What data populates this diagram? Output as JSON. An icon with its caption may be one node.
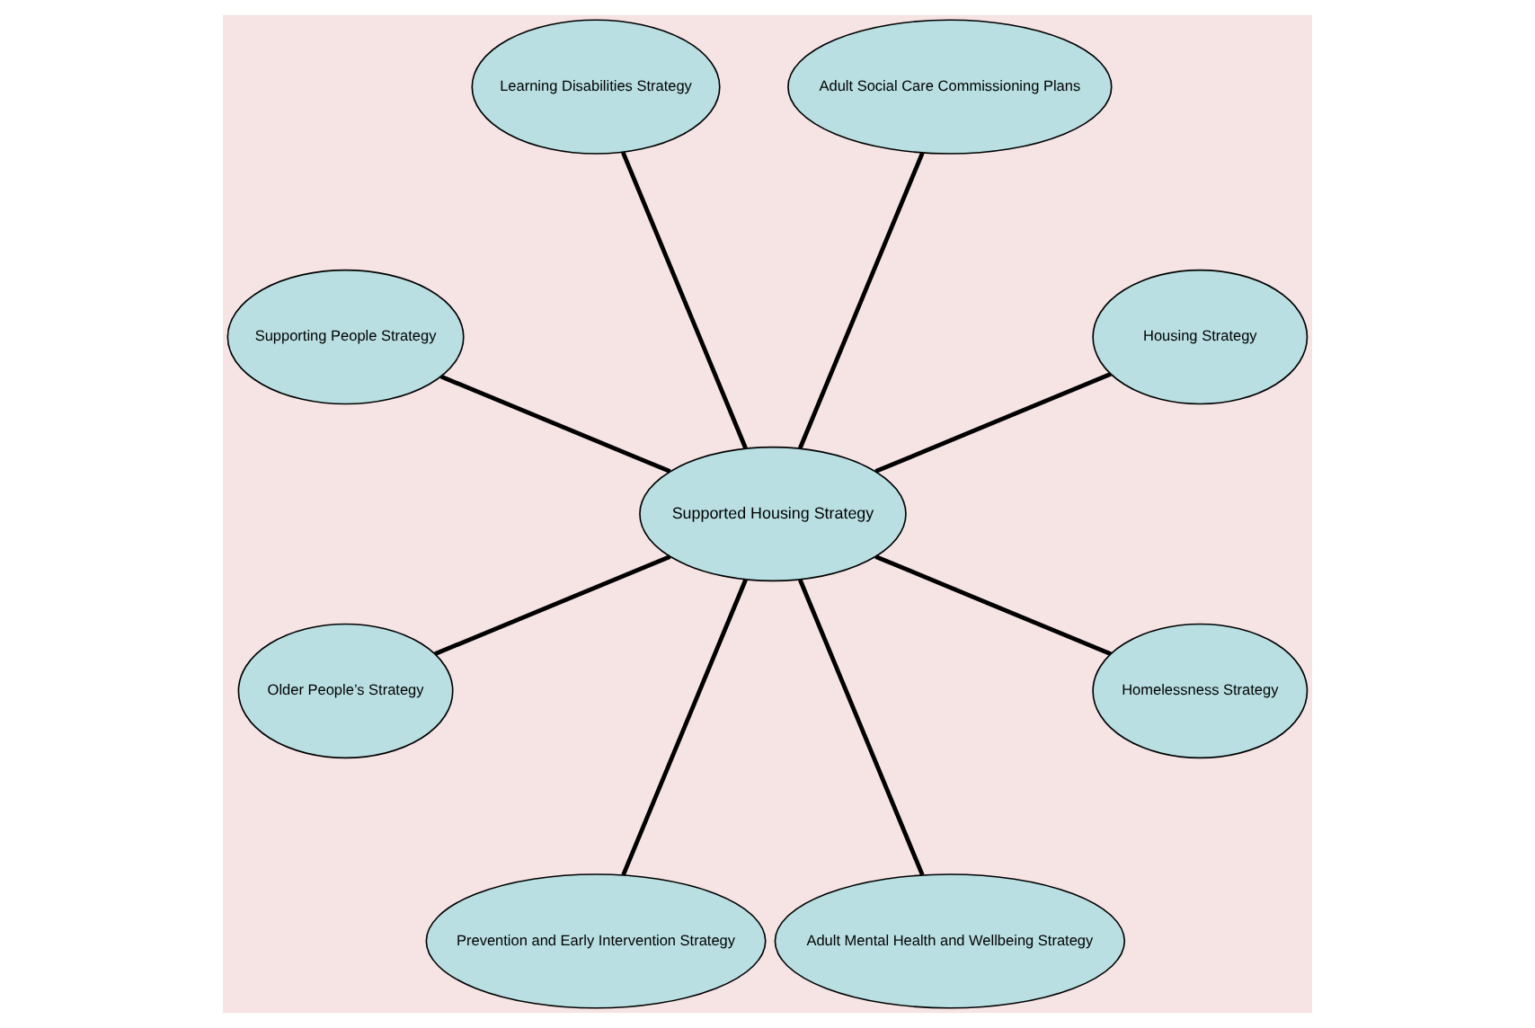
{
  "diagram": {
    "nodes": [
      {
        "text": [
          "Supported Housing Strategy"
        ]
      },
      {
        "text": [
          "Housing Strategy"
        ]
      },
      {
        "text": [
          "Adult Social Care Commissioning Plans"
        ]
      },
      {
        "text": [
          "Learning Disabilities Strategy"
        ]
      },
      {
        "text": [
          "Supporting People Strategy"
        ]
      },
      {
        "text": [
          "Older People’s Strategy"
        ]
      },
      {
        "text": [
          "Prevention and Early Intervention Strategy"
        ]
      },
      {
        "text": [
          "Adult Mental Health and Wellbeing Strategy"
        ]
      },
      {
        "text": [
          "Homelessness Strategy"
        ]
      }
    ],
    "edges": [
      {
        "from": 0,
        "to": 1,
        "arrow": "none"
      },
      {
        "from": 0,
        "to": 2,
        "arrow": "none"
      },
      {
        "from": 0,
        "to": 3,
        "arrow": "none"
      },
      {
        "from": 0,
        "to": 4,
        "arrow": "none"
      },
      {
        "from": 0,
        "to": 5,
        "arrow": "none"
      },
      {
        "from": 0,
        "to": 6,
        "arrow": "none"
      },
      {
        "from": 0,
        "to": 7,
        "arrow": "none"
      },
      {
        "from": 0,
        "to": 8,
        "arrow": "none"
      }
    ]
  }
}
